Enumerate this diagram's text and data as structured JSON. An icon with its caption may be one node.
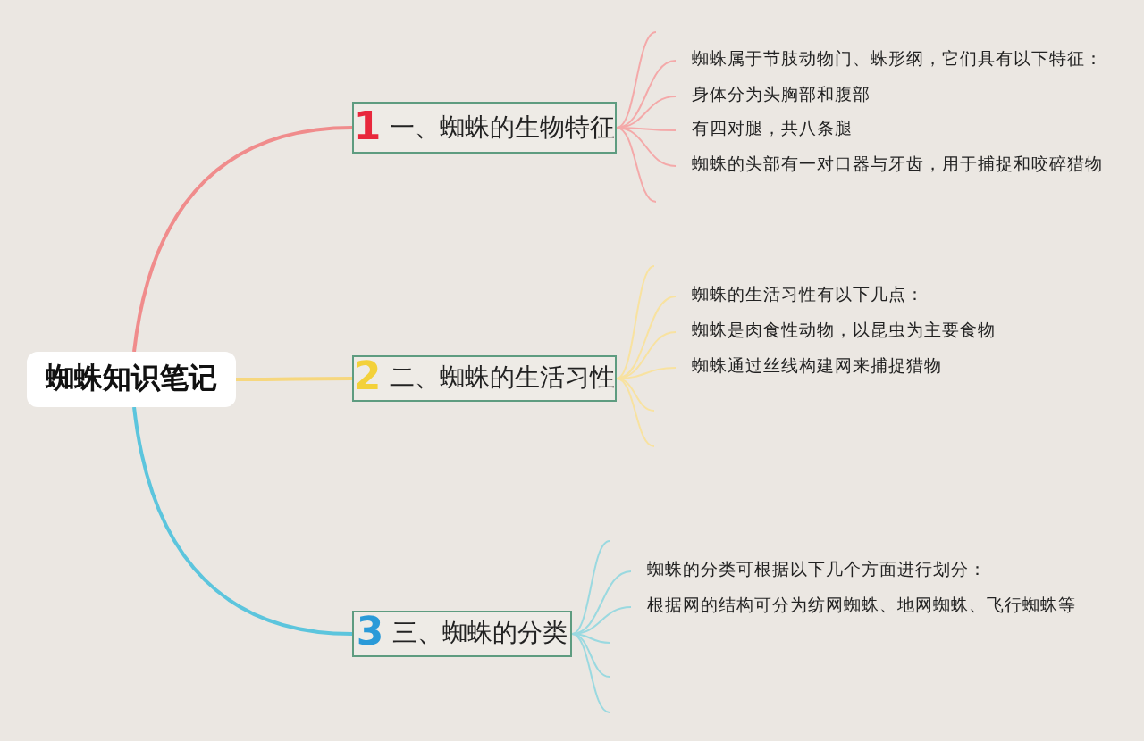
{
  "diagram": {
    "nodes": [
      {
        "text": [
          "蜘蛛知识笔记"
        ]
      },
      {
        "text": [
          "1",
          "一、蜘蛛的生物特征"
        ]
      },
      {
        "text": [
          "蜘蛛属于节肢动物门、蛛形纲，它们具有以下特征："
        ]
      },
      {
        "text": [
          "身体分为头胸部和腹部"
        ]
      },
      {
        "text": [
          "有四对腿，共八条腿"
        ]
      },
      {
        "text": [
          "蜘蛛的头部有一对口器与牙齿，用于捕捉和咬碎猎物"
        ]
      },
      {
        "text": [
          "2",
          "二、蜘蛛的生活习性"
        ]
      },
      {
        "text": [
          "蜘蛛的生活习性有以下几点："
        ]
      },
      {
        "text": [
          "蜘蛛是肉食性动物，以昆虫为主要食物"
        ]
      },
      {
        "text": [
          "蜘蛛通过丝线构建网来捕捉猎物"
        ]
      },
      {
        "text": [
          "3",
          "三、蜘蛛的分类"
        ]
      },
      {
        "text": [
          "蜘蛛的分类可根据以下几个方面进行划分："
        ]
      },
      {
        "text": [
          "根据网的结构可分为纺网蜘蛛、地网蜘蛛、飞行蜘蛛等"
        ]
      }
    ],
    "edges": [
      {
        "from": 0,
        "to": 1,
        "arrow": "none",
        "color": "#f08c8c"
      },
      {
        "from": 0,
        "to": 6,
        "arrow": "none",
        "color": "#f6d77e"
      },
      {
        "from": 0,
        "to": 10,
        "arrow": "none",
        "color": "#5cc5dd"
      },
      {
        "from": 1,
        "to": null,
        "arrow": "none",
        "color": "#f4a9a9"
      },
      {
        "from": 1,
        "to": 2,
        "arrow": "none",
        "color": "#f4a9a9"
      },
      {
        "from": 1,
        "to": 3,
        "arrow": "none",
        "color": "#f4a9a9"
      },
      {
        "from": 1,
        "to": 4,
        "arrow": "none",
        "color": "#f4a9a9"
      },
      {
        "from": 1,
        "to": 5,
        "arrow": "none",
        "color": "#f4a9a9"
      },
      {
        "from": 1,
        "to": null,
        "arrow": "none",
        "color": "#f4a9a9"
      },
      {
        "from": 6,
        "to": null,
        "arrow": "none",
        "color": "#f8e2a0"
      },
      {
        "from": 6,
        "to": 7,
        "arrow": "none",
        "color": "#f8e2a0"
      },
      {
        "from": 6,
        "to": 8,
        "arrow": "none",
        "color": "#f8e2a0"
      },
      {
        "from": 6,
        "to": 9,
        "arrow": "none",
        "color": "#f8e2a0"
      },
      {
        "from": 6,
        "to": null,
        "arrow": "none",
        "color": "#f8e2a0"
      },
      {
        "from": 6,
        "to": null,
        "arrow": "none",
        "color": "#f8e2a0"
      },
      {
        "from": 10,
        "to": null,
        "arrow": "none",
        "color": "#9ad9e0"
      },
      {
        "from": 10,
        "to": 11,
        "arrow": "none",
        "color": "#9ad9e0"
      },
      {
        "from": 10,
        "to": 12,
        "arrow": "none",
        "color": "#9ad9e0"
      },
      {
        "from": 10,
        "to": null,
        "arrow": "none",
        "color": "#9ad9e0"
      },
      {
        "from": 10,
        "to": null,
        "arrow": "none",
        "color": "#9ad9e0"
      },
      {
        "from": 10,
        "to": null,
        "arrow": "none",
        "color": "#9ad9e0"
      }
    ]
  }
}
